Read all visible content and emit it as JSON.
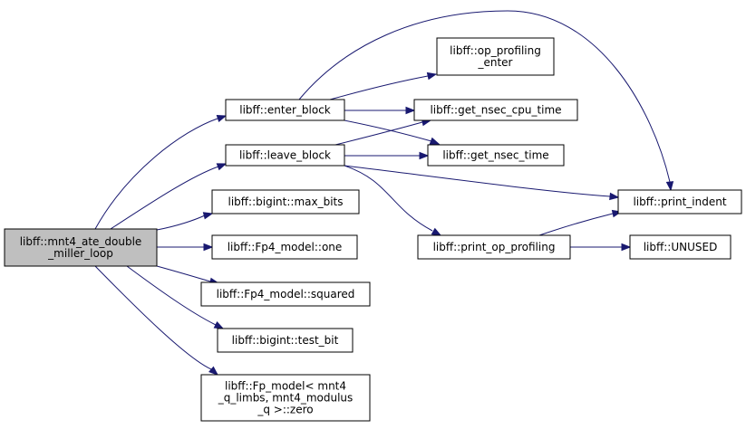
{
  "graph": {
    "edge_color": "#191970",
    "root_fill": "#bfbfbf",
    "nodes": {
      "root": {
        "lines": [
          "libff::mnt4_ate_double",
          "_miller_loop"
        ]
      },
      "enter": {
        "lines": [
          "libff::enter_block"
        ]
      },
      "leave": {
        "lines": [
          "libff::leave_block"
        ]
      },
      "maxbits": {
        "lines": [
          "libff::bigint::max_bits"
        ]
      },
      "one": {
        "lines": [
          "libff::Fp4_model::one"
        ]
      },
      "squared": {
        "lines": [
          "libff::Fp4_model::squared"
        ]
      },
      "testbit": {
        "lines": [
          "libff::bigint::test_bit"
        ]
      },
      "zero": {
        "lines": [
          "libff::Fp_model< mnt4",
          "_q_limbs, mnt4_modulus",
          "_q >::zero"
        ]
      },
      "openter": {
        "lines": [
          "libff::op_profiling",
          "_enter"
        ]
      },
      "cputime": {
        "lines": [
          "libff::get_nsec_cpu_time"
        ]
      },
      "nsectime": {
        "lines": [
          "libff::get_nsec_time"
        ]
      },
      "indent": {
        "lines": [
          "libff::print_indent"
        ]
      },
      "printop": {
        "lines": [
          "libff::print_op_profiling"
        ]
      },
      "unused": {
        "lines": [
          "libff::UNUSED"
        ]
      }
    },
    "edges": [
      {
        "from": "root",
        "to": "enter"
      },
      {
        "from": "root",
        "to": "leave"
      },
      {
        "from": "root",
        "to": "maxbits"
      },
      {
        "from": "root",
        "to": "one"
      },
      {
        "from": "root",
        "to": "squared"
      },
      {
        "from": "root",
        "to": "testbit"
      },
      {
        "from": "root",
        "to": "zero"
      },
      {
        "from": "enter",
        "to": "openter"
      },
      {
        "from": "enter",
        "to": "cputime"
      },
      {
        "from": "enter",
        "to": "nsectime"
      },
      {
        "from": "enter",
        "to": "indent"
      },
      {
        "from": "leave",
        "to": "cputime"
      },
      {
        "from": "leave",
        "to": "nsectime"
      },
      {
        "from": "leave",
        "to": "indent"
      },
      {
        "from": "leave",
        "to": "printop"
      },
      {
        "from": "printop",
        "to": "indent"
      },
      {
        "from": "printop",
        "to": "unused"
      }
    ]
  }
}
